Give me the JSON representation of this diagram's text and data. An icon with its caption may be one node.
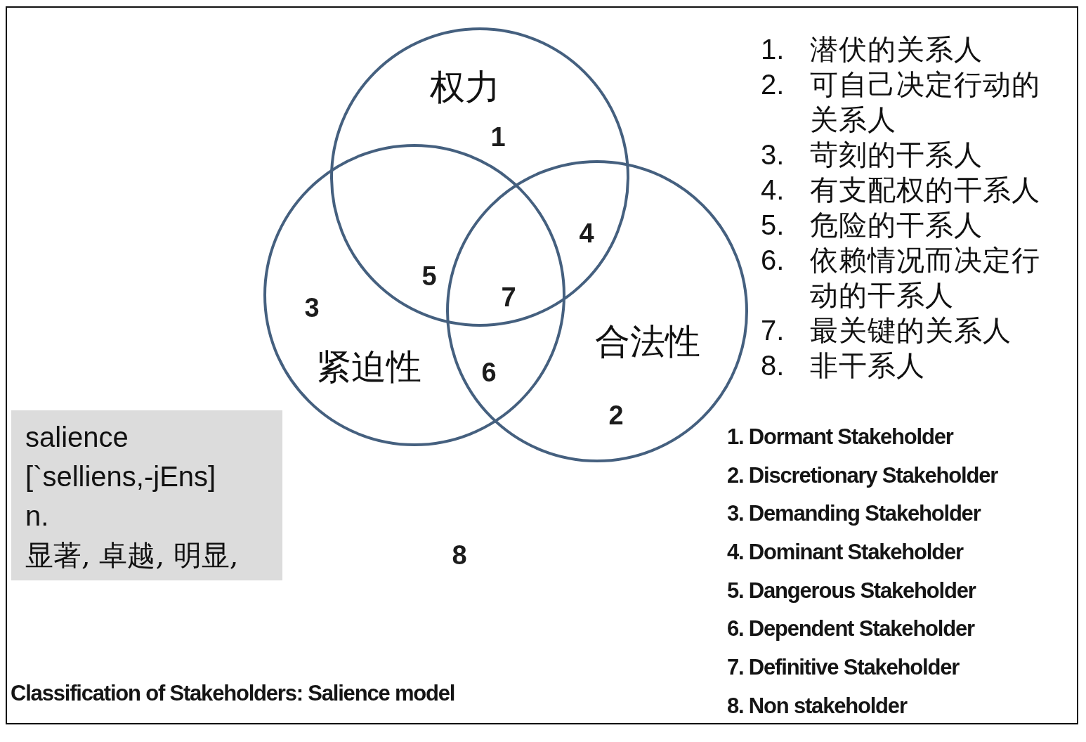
{
  "diagram": {
    "caption": "Classification of Stakeholders: Salience model",
    "nodes": [
      {
        "text": [
          "权力"
        ]
      },
      {
        "text": [
          "紧迫性"
        ]
      },
      {
        "text": [
          "合法性"
        ]
      },
      {
        "text": [
          "salience",
          "[`selliens,-jEns]",
          "n.",
          "显著, 卓越, 明显,"
        ]
      }
    ],
    "labels": [
      "1",
      "4",
      "5",
      "7",
      "3",
      "6",
      "2",
      "8",
      "1.",
      "潜伏的关系人",
      "2.",
      "可自己决定行动的关系人",
      "3.",
      "苛刻的干系人",
      "4.",
      "有支配权的干系人",
      "5.",
      "危险的干系人",
      "6.",
      "依赖情况而决定行动的干系人",
      "7.",
      "最关键的关系人",
      "8.",
      "非干系人",
      "1. Dormant Stakeholder",
      "2. Discretionary Stakeholder",
      "3. Demanding Stakeholder",
      "4. Dominant Stakeholder",
      "5. Dangerous Stakeholder",
      "6. Dependent Stakeholder",
      "7. Definitive Stakeholder",
      "8. Non stakeholder"
    ]
  }
}
